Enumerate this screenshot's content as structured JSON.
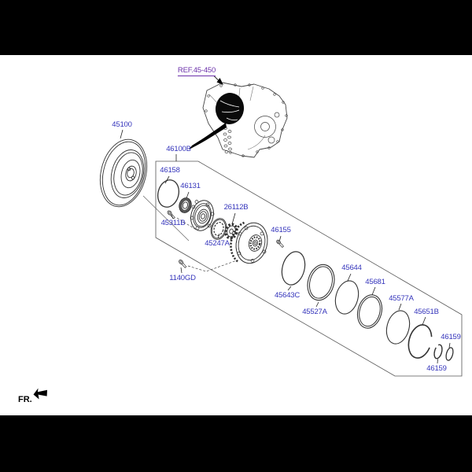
{
  "document": {
    "type": "parts-exploded-diagram",
    "subject": "Oil pump & torque converter assembly"
  },
  "colors": {
    "part_label": "#3434bb",
    "ref_label": "#6b30aa",
    "line": "#333333",
    "background": "#ffffff",
    "letterbox": "#000000"
  },
  "reference": {
    "label": "REF.45-450"
  },
  "direction": {
    "label": "FR.",
    "arrow_icon": "front-direction-arrow"
  },
  "parts": {
    "torque_converter": {
      "label": "45100"
    },
    "pump_group": {
      "label": "46100B"
    },
    "oring": {
      "label": "46158"
    },
    "seal": {
      "label": "46131"
    },
    "bolt_45311b": {
      "label": "45311B"
    },
    "inner_gear": {
      "label": "26112B"
    },
    "rotor": {
      "label": "45247A"
    },
    "bolt_46155": {
      "label": "46155"
    },
    "bolt_1140gd": {
      "label": "1140GD"
    },
    "ring_45643c": {
      "label": "45643C"
    },
    "ring_45527a": {
      "label": "45527A"
    },
    "ring_45644": {
      "label": "45644"
    },
    "ring_45681": {
      "label": "45681"
    },
    "ring_45577a": {
      "label": "45577A"
    },
    "snap_ring_45651b": {
      "label": "45651B"
    },
    "ring_46159_upper": {
      "label": "46159"
    },
    "ring_46159_lower": {
      "label": "46159"
    }
  }
}
